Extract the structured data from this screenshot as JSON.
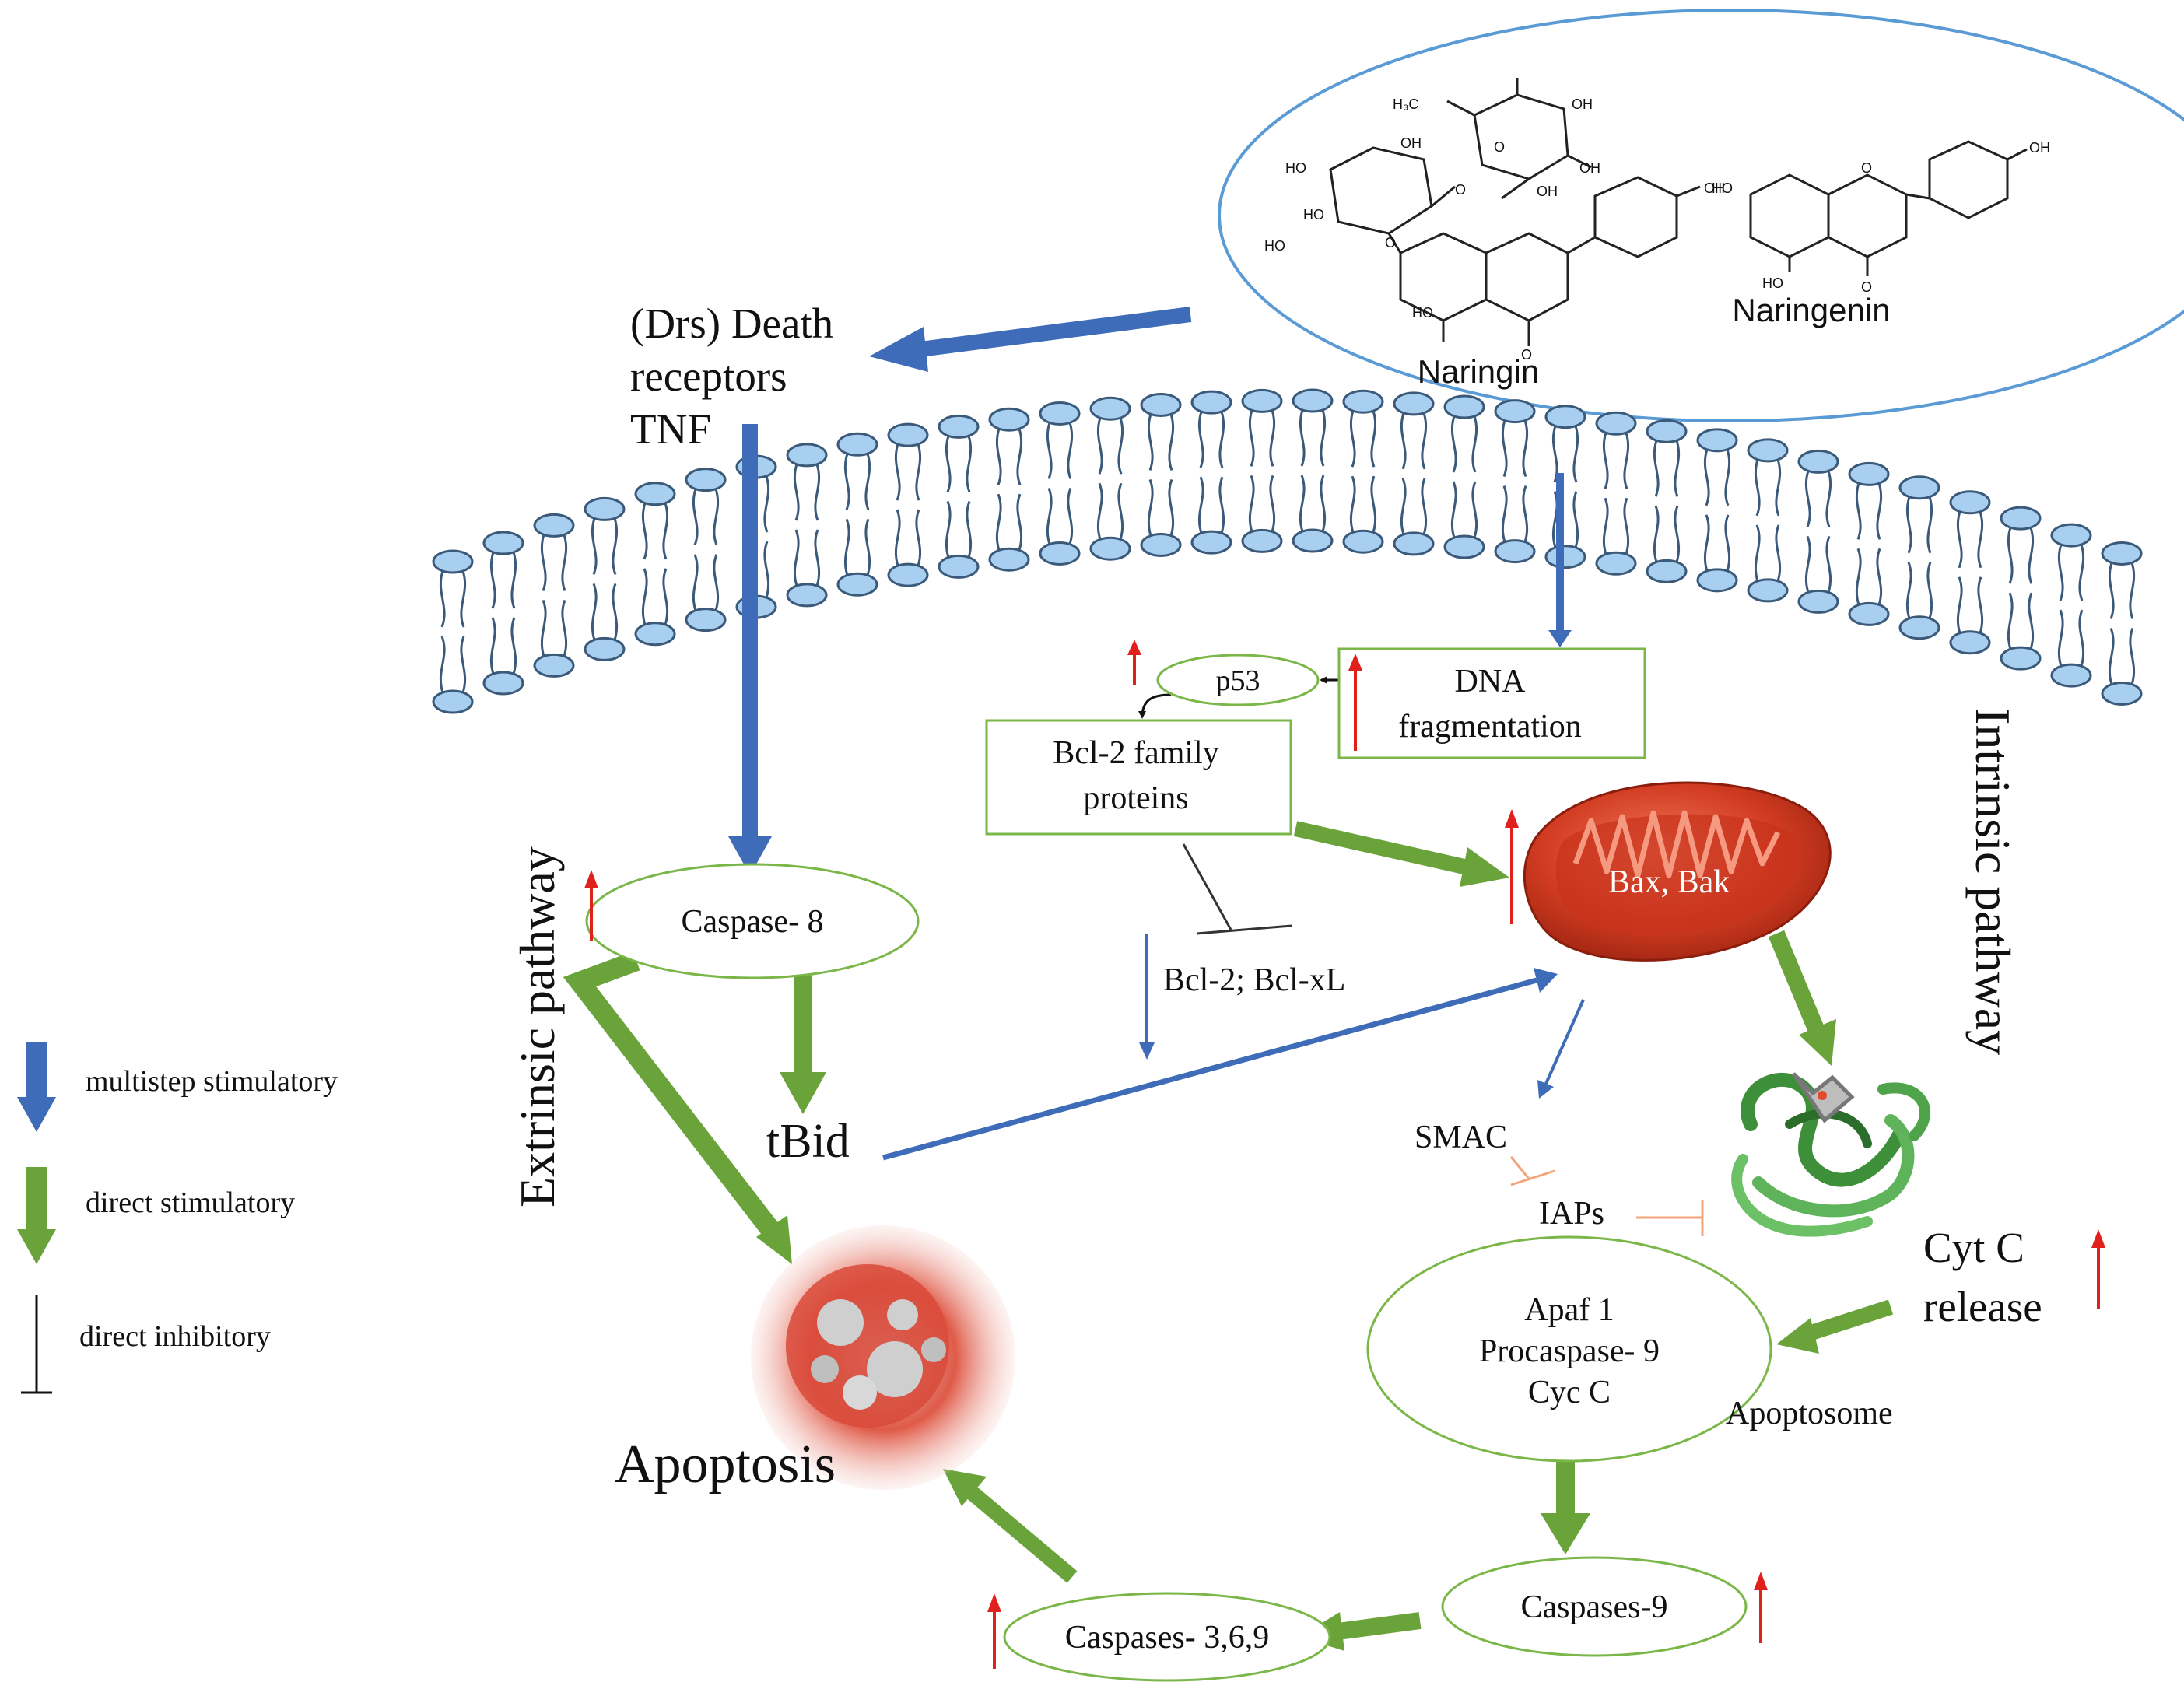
{
  "compounds": {
    "naringin": "Naringin",
    "naringenin": "Naringenin",
    "atoms": {
      "h3c": "H₃C",
      "oh": "OH",
      "ho": "HO",
      "o": "O"
    }
  },
  "receptors": {
    "line1": "(Drs) Death",
    "line2": "receptors",
    "line3": "TNF"
  },
  "nodes": {
    "p53": "p53",
    "dna_line1": "DNA",
    "dna_line2": "fragmentation",
    "bcl2_family_line1": "Bcl-2 family",
    "bcl2_family_line2": "proteins",
    "bax_bak": "Bax, Bak",
    "caspase8": "Caspase- 8",
    "bcl2_bclxl": "Bcl-2; Bcl-xL",
    "tbid": "tBid",
    "smac": "SMAC",
    "iaps": "IAPs",
    "cytc_line1": "Cyt C",
    "cytc_line2": "release",
    "apaf_line1": "Apaf 1",
    "apaf_line2": "Procaspase- 9",
    "apaf_line3": "Cyc C",
    "apoptosome": "Apoptosome",
    "caspases9": "Caspases-9",
    "caspases369": "Caspases- 3,6,9",
    "apoptosis": "Apoptosis"
  },
  "pathways": {
    "extrinsic": "Extrinsic pathway",
    "intrinsic": "Intrinsic pathway"
  },
  "legend": {
    "multistep": "multistep stimulatory",
    "direct_stim": "direct stimulatory",
    "direct_inhib": "direct inhibitory"
  },
  "colors": {
    "blue_arrow": "#3f6cb8",
    "green_arrow": "#6aa33a",
    "node_outline": "#7ab648",
    "up_arrow": "#e0201b",
    "membrane_fill": "#a9cff0",
    "membrane_stroke": "#3b5a7a",
    "ellipse_outline": "#5b9bd5",
    "inhibit_orange": "#f4a47a"
  }
}
